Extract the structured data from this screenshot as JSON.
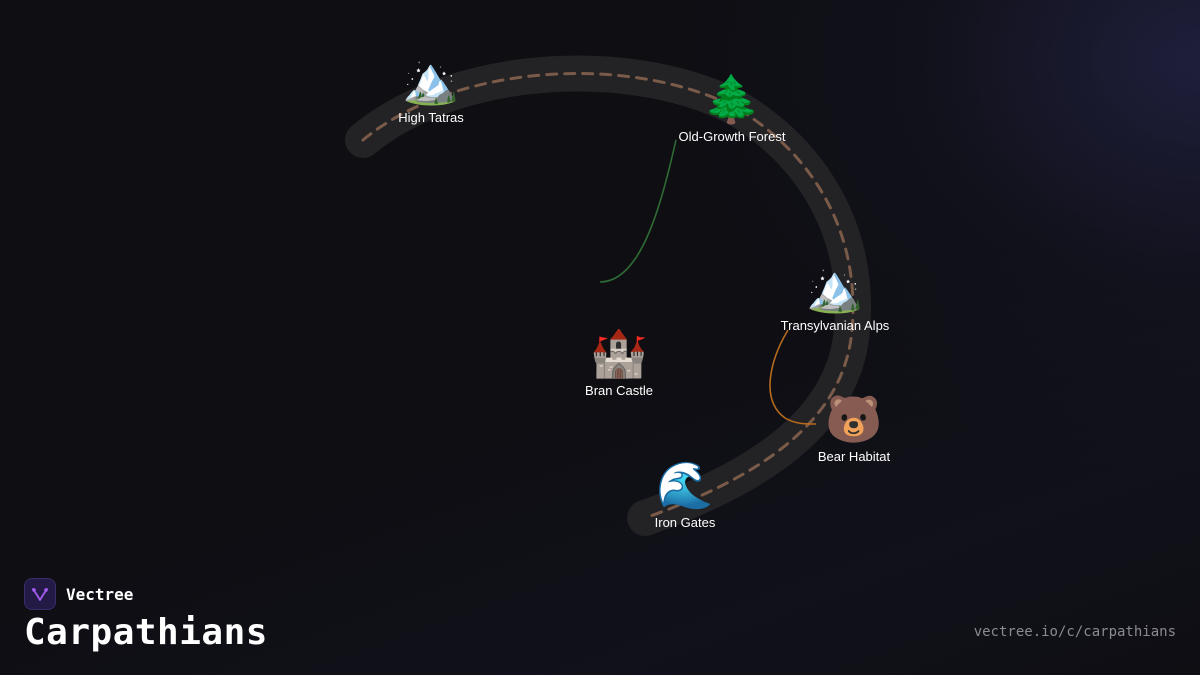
{
  "brand": {
    "name": "Vectree",
    "logo_icon": "vectree-logo-icon",
    "accent_color": "#a35cf0"
  },
  "map": {
    "title": "Carpathians",
    "url": "vectree.io/c/carpathians"
  },
  "colors": {
    "route_band": "#232326",
    "route_dash": "#7a5a48",
    "forest_link": "#2f6b34",
    "alps_link": "#b56a1c",
    "label_text": "#ffffff"
  },
  "locations": [
    {
      "id": "high-tatras",
      "label": "High Tatras",
      "emoji": "🏔️",
      "icon": "snow-mountain-icon"
    },
    {
      "id": "old-growth-forest",
      "label": "Old-Growth Forest",
      "emoji": "🌲",
      "icon": "evergreen-tree-icon"
    },
    {
      "id": "transylvanian-alps",
      "label": "Transylvanian Alps",
      "emoji": "🏔️",
      "icon": "snow-mountain-icon"
    },
    {
      "id": "bran-castle",
      "label": "Bran Castle",
      "emoji": "🏰",
      "icon": "castle-icon"
    },
    {
      "id": "bear-habitat",
      "label": "Bear Habitat",
      "emoji": "🐻",
      "icon": "bear-icon"
    },
    {
      "id": "iron-gates",
      "label": "Iron Gates",
      "emoji": "🌊",
      "icon": "wave-icon"
    }
  ],
  "links": [
    {
      "from": "old-growth-forest",
      "to": "bran-castle"
    },
    {
      "from": "transylvanian-alps",
      "to": "bear-habitat"
    }
  ]
}
